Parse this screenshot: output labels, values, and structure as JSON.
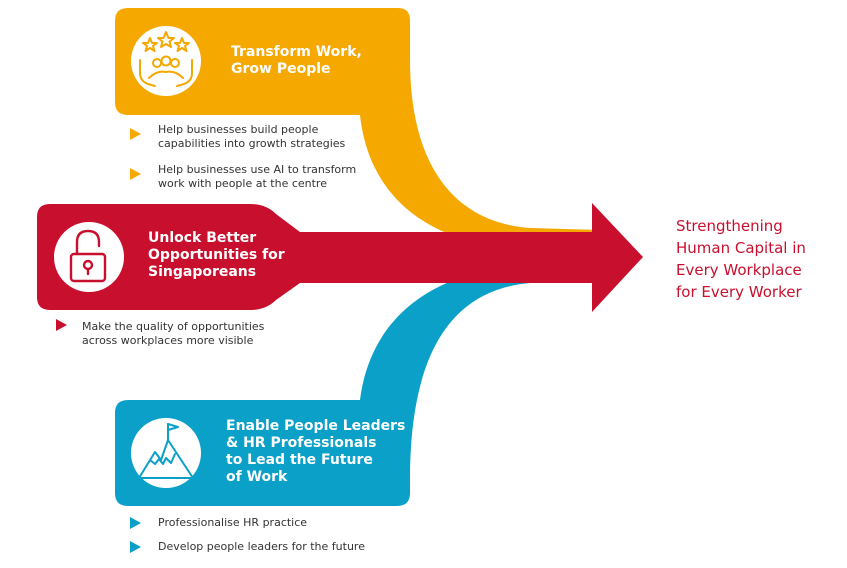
{
  "colors": {
    "yellow": "#f5a800",
    "red": "#c8102e",
    "blue": "#0aa0c8",
    "text": "#333333",
    "white": "#ffffff"
  },
  "pillars": [
    {
      "icon": "stars-hands-icon",
      "title_lines": [
        "Transform Work,",
        "Grow People"
      ],
      "bullets": [
        {
          "lines": [
            "Help businesses build people",
            "capabilities into growth strategies"
          ]
        },
        {
          "lines": [
            "Help businesses use AI to transform",
            "work with people at the centre"
          ]
        }
      ]
    },
    {
      "icon": "padlock-open-icon",
      "title_lines": [
        "Unlock Better",
        "Opportunities for",
        "Singaporeans"
      ],
      "bullets": [
        {
          "lines": [
            "Make the quality of opportunities",
            "across workplaces more visible"
          ]
        }
      ]
    },
    {
      "icon": "mountain-flag-icon",
      "title_lines": [
        "Enable People Leaders",
        "& HR Professionals",
        "to Lead the Future",
        "of Work"
      ],
      "bullets": [
        {
          "lines": [
            "Professionalise HR practice"
          ]
        },
        {
          "lines": [
            "Develop people leaders for the future"
          ]
        }
      ]
    }
  ],
  "outcome": {
    "lines": [
      "Strengthening",
      "Human Capital in",
      "Every Workplace",
      "for Every Worker"
    ]
  }
}
